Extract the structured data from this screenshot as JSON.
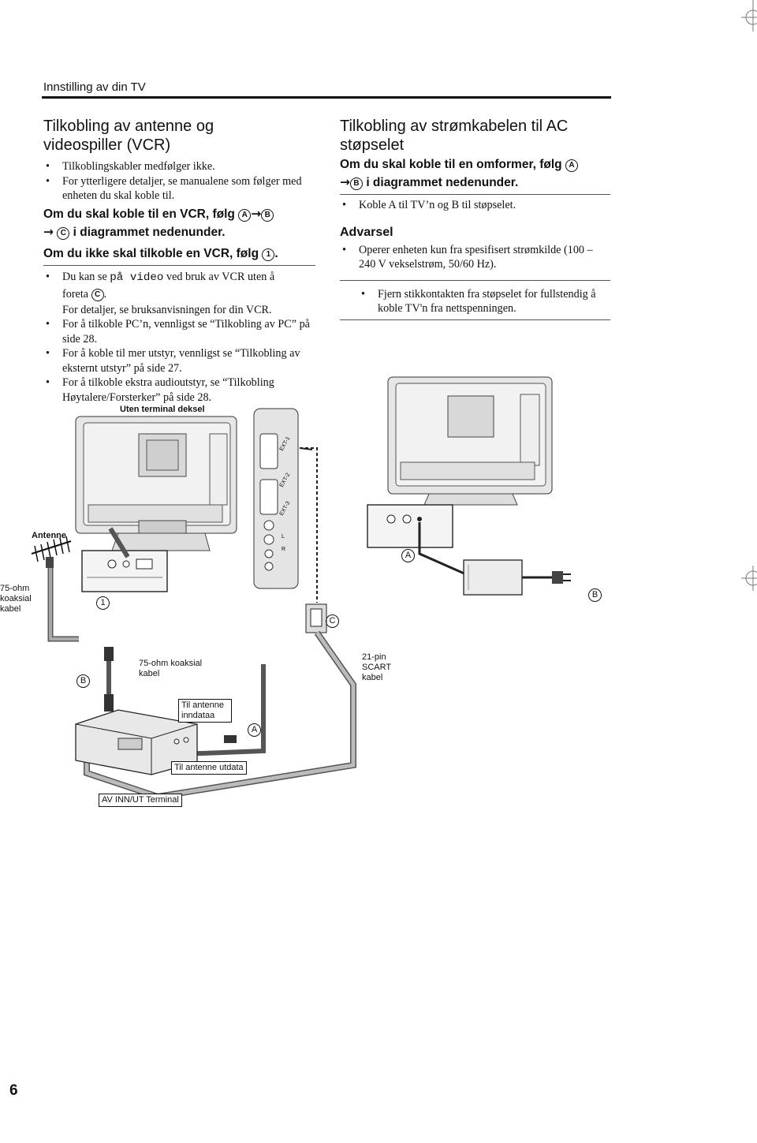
{
  "header": {
    "section": "Innstilling av din TV"
  },
  "left": {
    "title_line1": "Tilkobling av antenne og",
    "title_line2": "videospiller (VCR)",
    "bullets_top": [
      "Tilkoblingskabler medfølger ikke.",
      "For ytterligere detaljer, se manualene som følger med enheten du skal koble til."
    ],
    "vcr_line1": "Om du skal koble til en VCR, følg",
    "vcr_line2": "i diagrammet nedenunder.",
    "novcr": "Om du ikke skal tilkoble en VCR, følg",
    "bullet_video_a": "Du kan se",
    "bullet_video_mono": "på video",
    "bullet_video_b": "ved bruk av VCR uten å",
    "bullet_video_c": "foreta",
    "detail": "For detaljer, se bruksanvisningen for din VCR.",
    "bullets_more": [
      "For å tilkoble PC’n, vennligst se “Tilkobling av PC” på side 28.",
      "For å koble til mer utstyr, vennligst se “Tilkobling av eksternt utstyr” på side 27.",
      "For å tilkoble ekstra audioutstyr, se “Tilkobling Høytalere/Forsterker” på side 28."
    ]
  },
  "right": {
    "title_line1": "Tilkobling av strømkabelen til AC",
    "title_line2": "støpselet",
    "adapter_line1": "Om du skal koble til en omformer, følg",
    "adapter_line2": "i diagrammet nedenunder.",
    "bullet_adapter": "Koble A til TV’n og B til støpselet.",
    "warning_title": "Advarsel",
    "warning_bullet": "Operer enheten kun fra spesifisert strømkilde (100 – 240 V vekselstrøm, 50/60 Hz).",
    "unplug_bullet": "Fjern stikkontakten fra støpselet for fullstendig å koble TV'n fra nettspenningen."
  },
  "markers": {
    "A": "A",
    "B": "B",
    "C": "C",
    "one": "1"
  },
  "diagram": {
    "no_cover": "Uten terminal deksel",
    "antenna": "Antenne",
    "coax_75_left": "75-ohm koaksial kabel",
    "coax_75": "75-ohm koaksial kabel",
    "scart": "21-pin SCART kabel",
    "ant_in": "Til antenne inndataa",
    "ant_out": "Til antenne utdata",
    "av_terminal": "AV INN/UT Terminal",
    "ext1": "EXT-1",
    "ext2": "EXT-2",
    "ext3": "EXT-3",
    "side_L": "L",
    "side_R": "R"
  },
  "page_number": "6"
}
